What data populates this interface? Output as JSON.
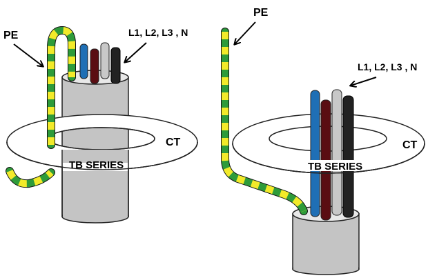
{
  "left_figure": {
    "pe_label": "PE",
    "conductors_label": "L1, L2, L3 , N",
    "ct_label": "CT",
    "series_label": "TB SERIES"
  },
  "right_figure": {
    "pe_label": "PE",
    "conductors_label": "L1, L2, L3 , N",
    "ct_label": "CT",
    "series_label": "TB SERIES"
  },
  "colors": {
    "pe_green": "#2e9b3a",
    "pe_yellow": "#f2ea2a",
    "conductor_l1": "#1f6fb5",
    "conductor_l2": "#5a0d12",
    "conductor_l3": "#c8c8c8",
    "conductor_n": "#222222",
    "cable_jacket": "#c4c4c4"
  }
}
